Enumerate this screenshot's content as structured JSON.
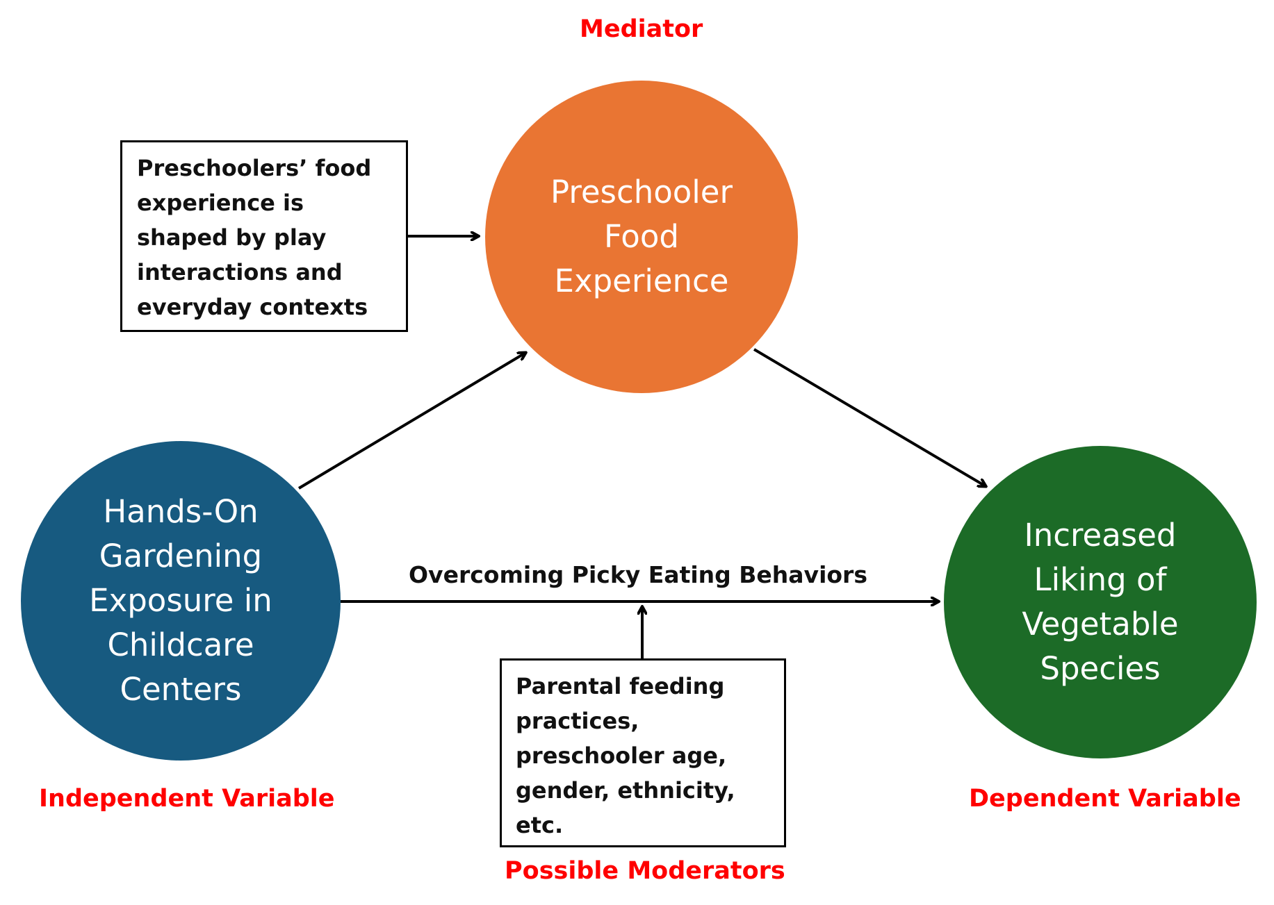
{
  "labels": {
    "mediator": "Mediator",
    "independent": "Independent Variable",
    "dependent": "Dependent Variable",
    "moderators": "Possible Moderators"
  },
  "nodes": {
    "mediator": {
      "lines": [
        "Preschooler",
        "Food",
        "Experience"
      ],
      "color": "#e97533"
    },
    "independent": {
      "lines": [
        "Hands-On",
        "Gardening",
        "Exposure in",
        "Childcare",
        "Centers"
      ],
      "color": "#175a80"
    },
    "dependent": {
      "lines": [
        "Increased",
        "Liking of",
        "Vegetable",
        "Species"
      ],
      "color": "#1c6b27"
    }
  },
  "boxes": {
    "mediator_note": {
      "lines": [
        "Preschoolers’ food",
        "experience is",
        "shaped by play",
        "interactions and",
        "everyday contexts"
      ]
    },
    "moderator_note": {
      "lines": [
        "Parental feeding",
        "practices,",
        "preschooler age,",
        "gender, ethnicity,",
        "etc."
      ]
    }
  },
  "edges": {
    "direct_label": "Overcoming Picky Eating Behaviors"
  },
  "colors": {
    "role_label": "#ff0000",
    "arrow": "#000000"
  }
}
